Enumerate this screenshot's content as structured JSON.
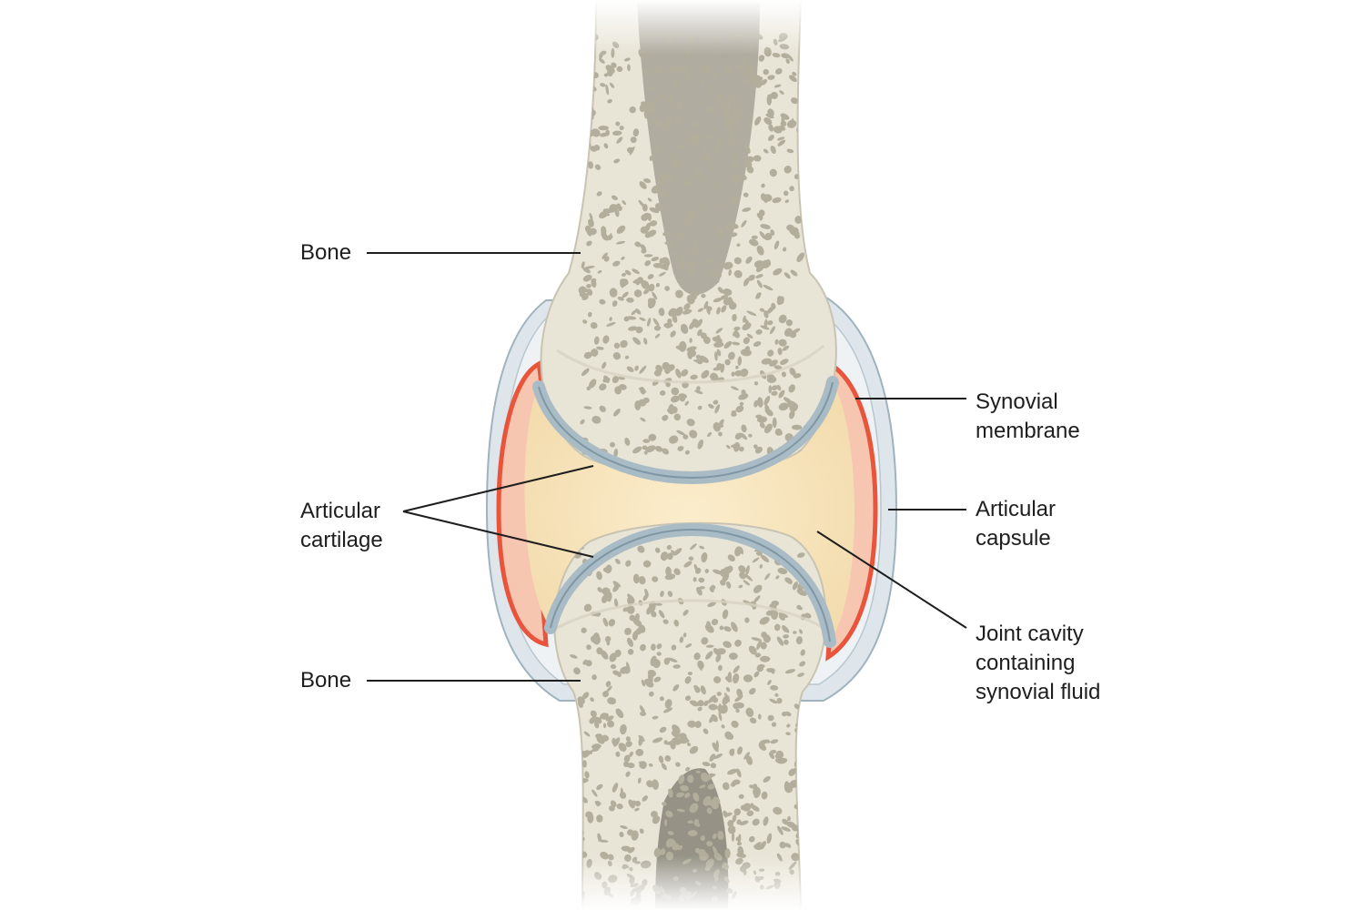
{
  "labels": {
    "bone_top": "Bone",
    "bone_bottom": "Bone",
    "articular_cartilage": [
      "Articular",
      "cartilage"
    ],
    "synovial_membrane": [
      "Synovial",
      "membrane"
    ],
    "articular_capsule": [
      "Articular",
      "capsule"
    ],
    "joint_cavity": [
      "Joint cavity",
      "containing",
      "synovial fluid"
    ]
  },
  "colors": {
    "bone": "#e8e4d6",
    "spongy_bone_pores": "#b3ae9c",
    "marrow": "#9e9a8e",
    "cartilage": "#a9bcc6",
    "synovial_membrane": "#e8553c",
    "synovial_fluid": "#f6e2b8",
    "capsule": "#d8e0e6",
    "leader_line": "#1e1e1e"
  }
}
